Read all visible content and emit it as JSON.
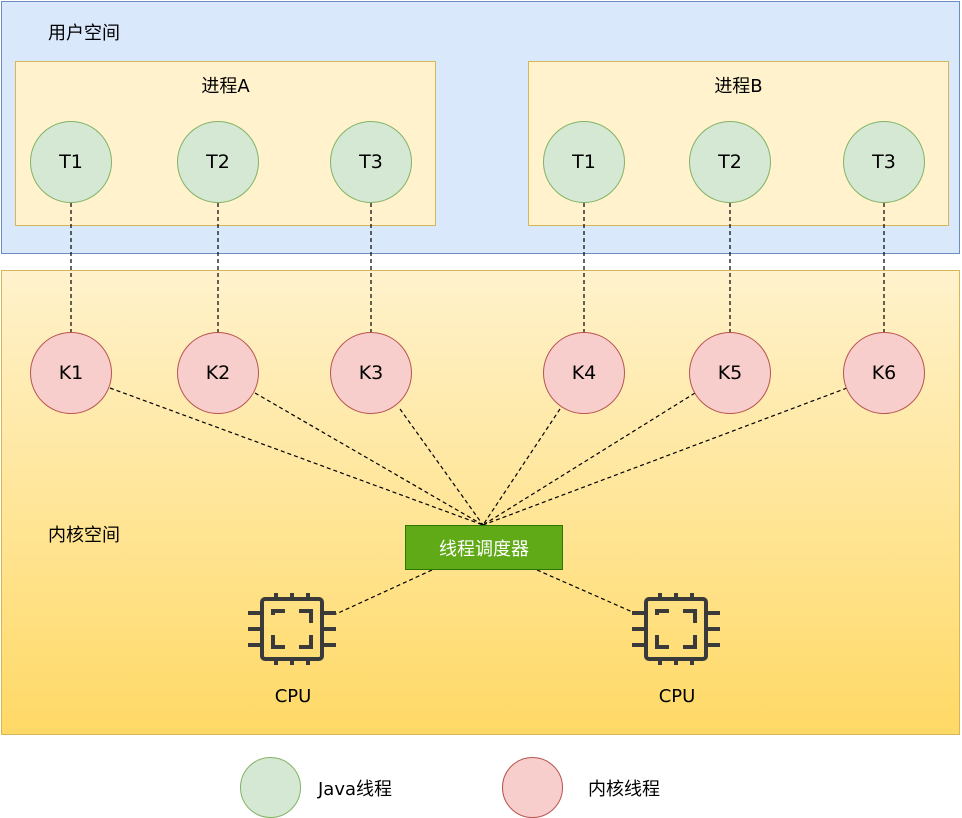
{
  "user_space": {
    "label": "用户空间",
    "processes": [
      {
        "label": "进程A",
        "threads": [
          "T1",
          "T2",
          "T3"
        ]
      },
      {
        "label": "进程B",
        "threads": [
          "T1",
          "T2",
          "T3"
        ]
      }
    ]
  },
  "kernel_space": {
    "label": "内核空间",
    "kernel_threads": [
      "K1",
      "K2",
      "K3",
      "K4",
      "K5",
      "K6"
    ],
    "scheduler_label": "线程调度器",
    "cpus": [
      "CPU",
      "CPU"
    ]
  },
  "legend": {
    "java_thread": "Java线程",
    "kernel_thread": "内核线程"
  },
  "colors": {
    "user_space_fill": "#dae8fc",
    "kernel_space_fill_top": "#fff2cc",
    "kernel_space_fill_bottom": "#ffd966",
    "java_thread_fill": "#d5e8d4",
    "kernel_thread_fill": "#f8cecc",
    "scheduler_fill": "#60a917"
  }
}
